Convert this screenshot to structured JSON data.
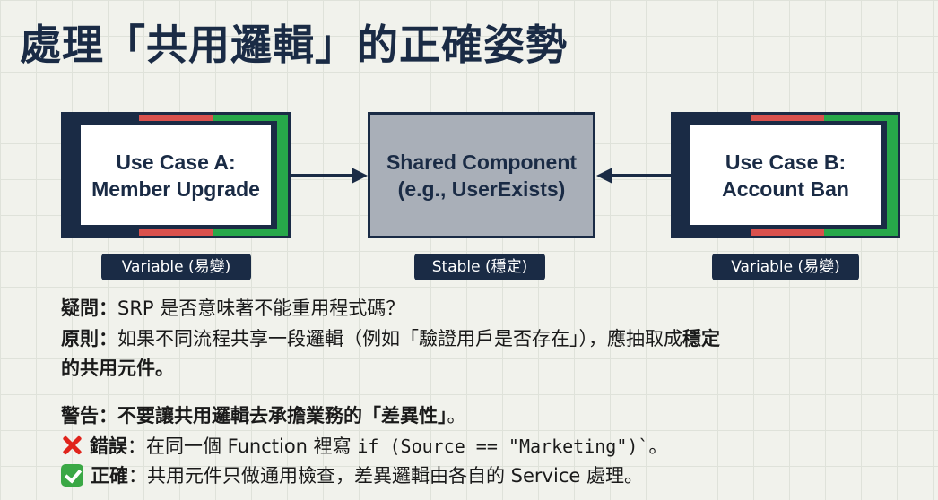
{
  "title": "處理「共用邏輯」的正確姿勢",
  "diagram": {
    "box_a": {
      "label": "Use Case A:\nMember Upgrade",
      "tag": "Variable (易變)"
    },
    "shared": {
      "label": "Shared Component\n(e.g., UserExists)",
      "tag": "Stable (穩定)"
    },
    "box_b": {
      "label": "Use Case B:\nAccount Ban",
      "tag": "Variable (易變)"
    }
  },
  "notes": {
    "question_label": "疑問：",
    "question_text": "SRP 是否意味著不能重用程式碼？",
    "principle_label": "原則：",
    "principle_text": "如果不同流程共享一段邏輯（例如「驗證用戶是否存在」），應抽取成",
    "principle_bold": "穩定",
    "principle_line2": "的共用元件。",
    "warning_label": "警告：",
    "warning_text": "不要讓共用邏輯去承擔業務的「差異性」",
    "warning_end": "。",
    "wrong_label": "錯誤",
    "wrong_text": "：在同一個 Function 裡寫 ",
    "wrong_code": "if (Source == \"Marketing\")`",
    "wrong_end": "。",
    "right_label": "正確",
    "right_text": "：共用元件只做通用檢查，差異邏輯由各自的 Service 處理。"
  },
  "colors": {
    "navy": "#1a2b45",
    "red": "#d9514d",
    "green": "#27a84a",
    "shared_fill": "#a9afb8"
  },
  "icons": {
    "wrong": "cross-mark-icon",
    "right": "check-mark-icon"
  }
}
